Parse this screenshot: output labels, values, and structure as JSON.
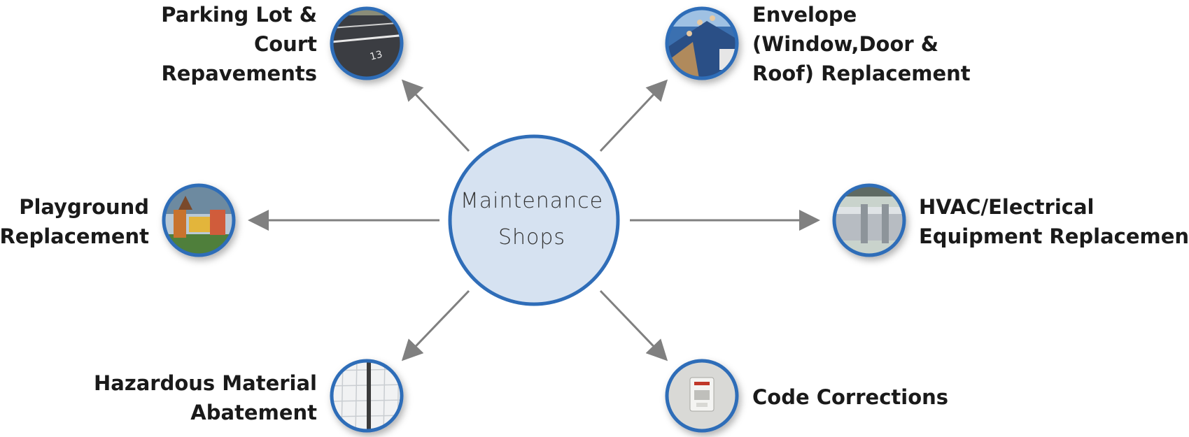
{
  "center": {
    "lines": [
      "Maintenance",
      "Shops"
    ],
    "fill": "#d6e2f1",
    "stroke": "#2f6db8"
  },
  "colors": {
    "arrow": "#808080",
    "ring": "#2f6db8",
    "text": "#1a1a1a"
  },
  "nodes": [
    {
      "id": "parking",
      "lines": [
        "Parking Lot &",
        "Court",
        "Repavements"
      ],
      "icon": "parking-lot-photo-icon"
    },
    {
      "id": "envelope",
      "lines": [
        "Envelope",
        "(Window,Door &",
        "Roof) Replacement"
      ],
      "icon": "roof-workers-photo-icon"
    },
    {
      "id": "playground",
      "lines": [
        "Playground",
        "Replacement"
      ],
      "icon": "playground-photo-icon"
    },
    {
      "id": "hvac",
      "lines": [
        "HVAC/Electrical",
        "Equipment Replacement"
      ],
      "icon": "hvac-duct-photo-icon"
    },
    {
      "id": "hazardous",
      "lines": [
        "Hazardous Material",
        "Abatement"
      ],
      "icon": "ceiling-tile-photo-icon"
    },
    {
      "id": "code",
      "lines": [
        "Code Corrections"
      ],
      "icon": "fire-alarm-photo-icon"
    }
  ]
}
